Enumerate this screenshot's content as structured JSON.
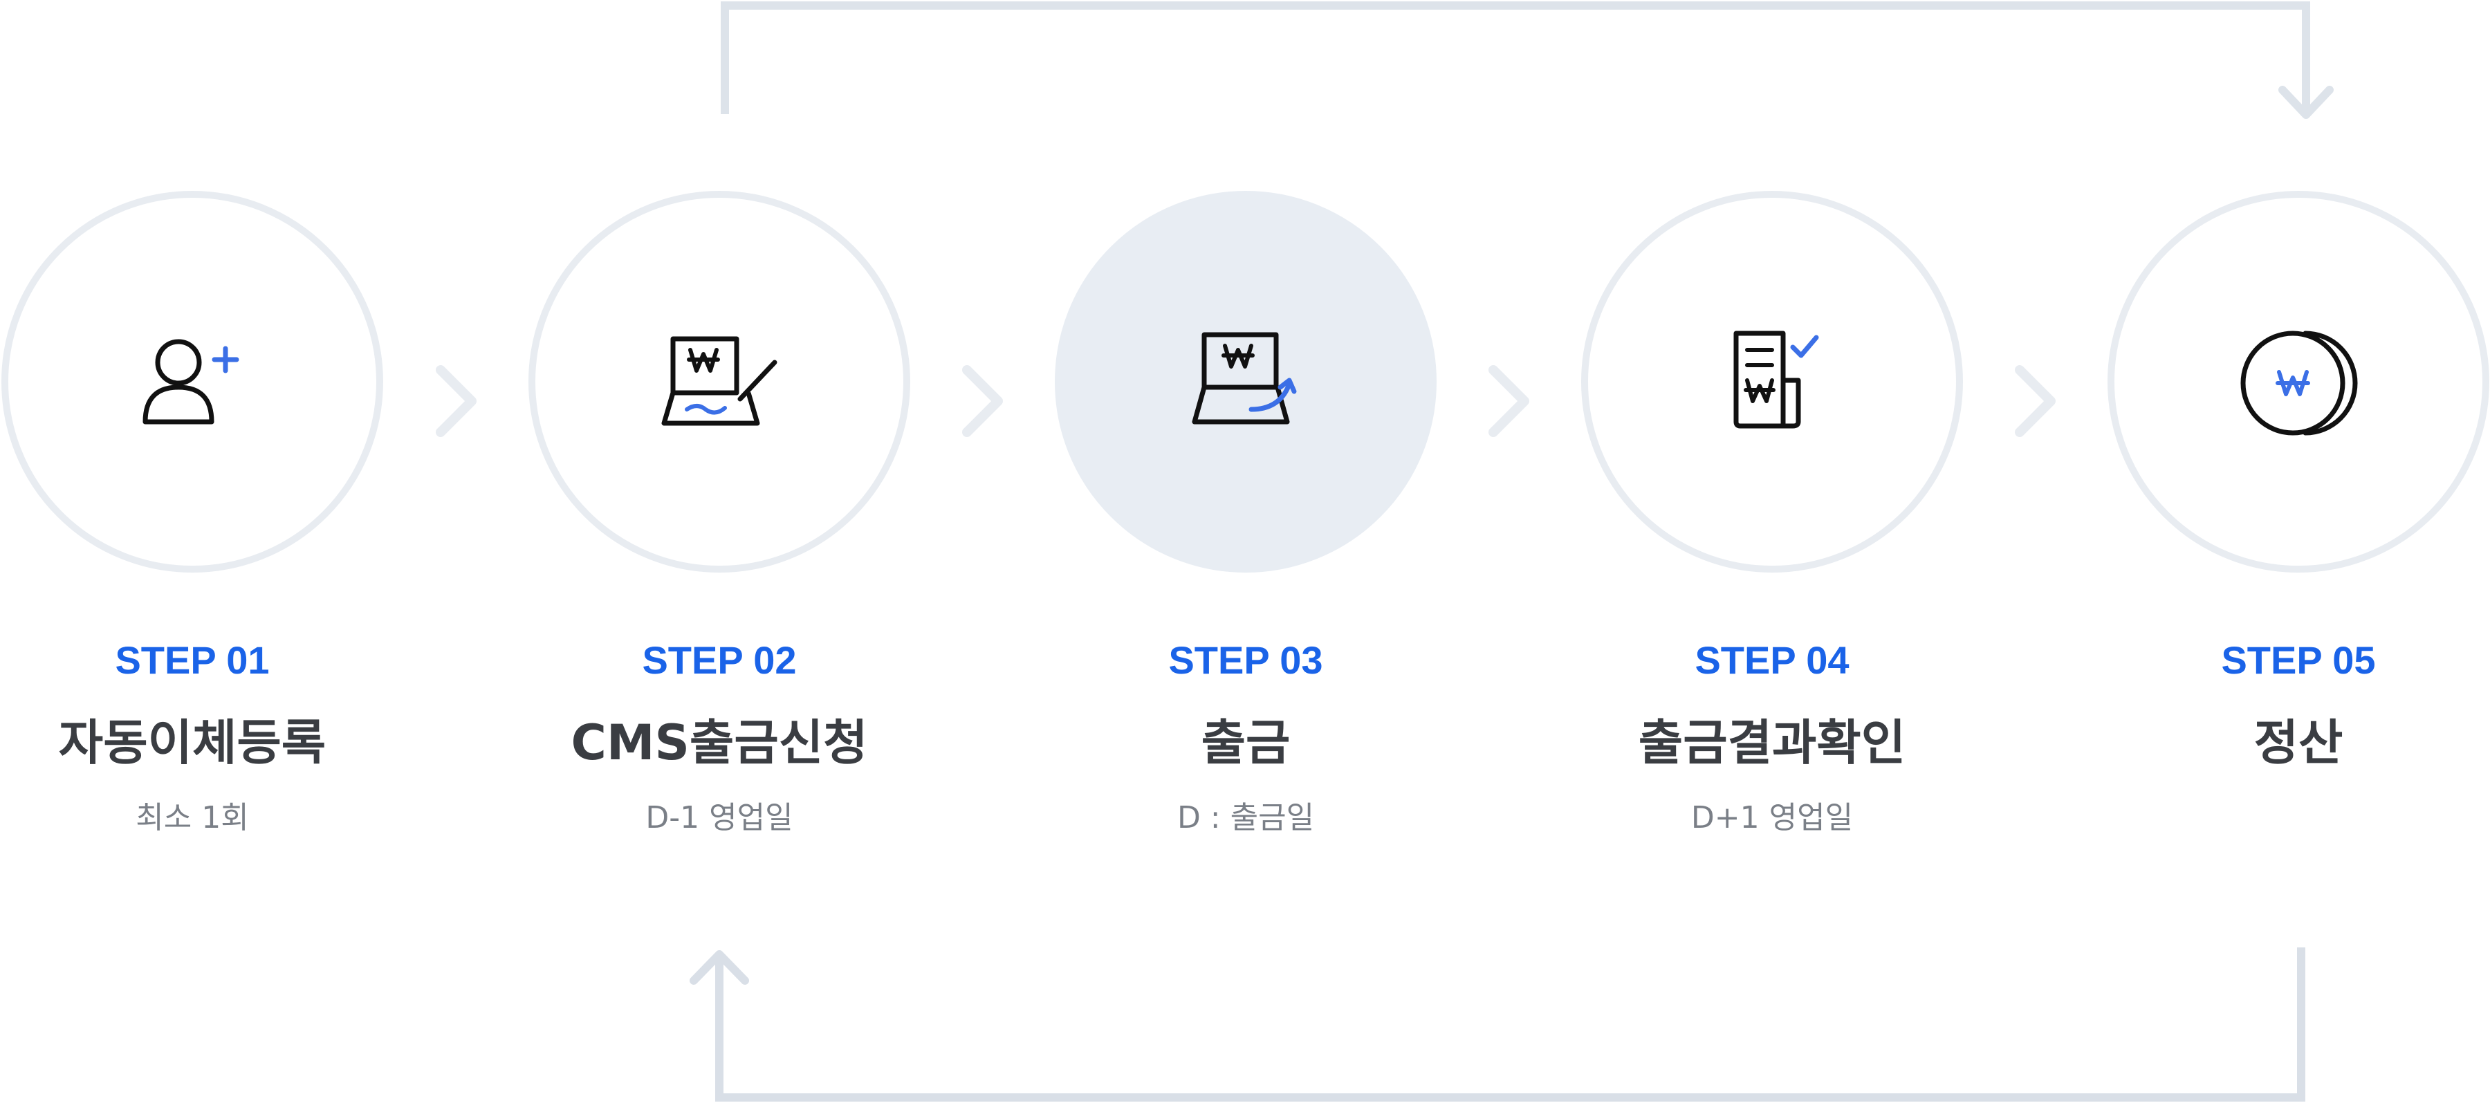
{
  "steps": [
    {
      "step": "STEP 01",
      "title": "자동이체등록",
      "sub": "최소 1회",
      "icon": "user-add-icon"
    },
    {
      "step": "STEP 02",
      "title": "CMS출금신청",
      "sub": "D-1 영업일",
      "icon": "laptop-sign-icon"
    },
    {
      "step": "STEP 03",
      "title": "출금",
      "sub": "D : 출금일",
      "icon": "laptop-withdraw-icon"
    },
    {
      "step": "STEP 04",
      "title": "출금결과확인",
      "sub": "D+1 영업일",
      "icon": "document-check-icon"
    },
    {
      "step": "STEP 05",
      "title": "정산",
      "sub": "",
      "icon": "coin-icon"
    }
  ],
  "colors": {
    "accent": "#1a63e8",
    "icon_stroke": "#111111",
    "icon_accent": "#3b6fe6",
    "circle_border": "#e8ecf1",
    "active_fill": "#e8edf3",
    "flow_line": "#dde3ea",
    "title": "#3a3d42",
    "sub": "#7a7f87"
  }
}
